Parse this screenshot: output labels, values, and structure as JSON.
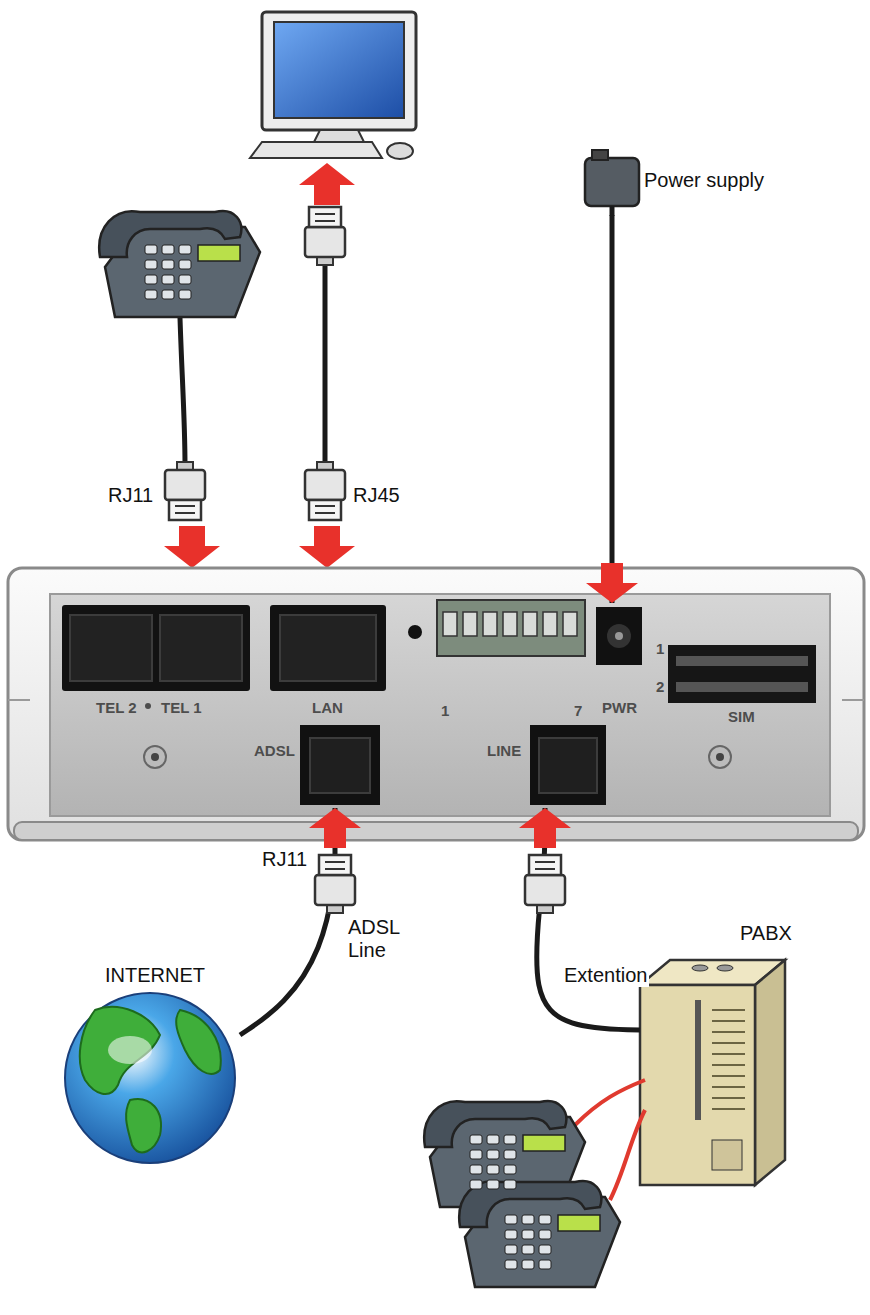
{
  "diagram": {
    "nodes": [
      {
        "text": [
          "TEL 2",
          "TEL 1"
        ]
      },
      {
        "text": [
          "LAN"
        ]
      },
      {
        "text": [
          "PWR"
        ]
      },
      {
        "text": [
          "ADSL"
        ]
      },
      {
        "text": [
          "LINE"
        ]
      },
      {
        "text": [
          "Power supply"
        ]
      },
      {
        "text": [
          "INTERNET"
        ]
      },
      {
        "text": [
          "PABX"
        ]
      }
    ],
    "edges": [
      {
        "from": 5,
        "to": 2,
        "arrow": "to"
      },
      {
        "from": 6,
        "to": 3,
        "arrow": "to",
        "label": "ADSL Line"
      },
      {
        "from": 7,
        "to": 4,
        "arrow": "to",
        "label": "Extention"
      }
    ],
    "labels": [
      "RJ11",
      "RJ45",
      "1",
      "7",
      "1",
      "2",
      "SIM",
      "RJ11"
    ]
  }
}
